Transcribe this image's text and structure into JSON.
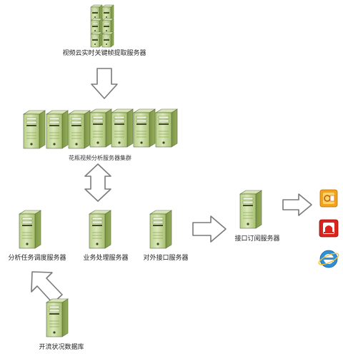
{
  "nodes": {
    "keyframe_server": "视频云实时关键帧提取服务器",
    "analysis_cluster": "花瓶视频分析服务器集群",
    "task_scheduler": "分析任务调度服务器",
    "business_server": "业务处理服务器",
    "external_interface": "对外接口服务器",
    "subscription_server": "接口订阅服务器",
    "database": "开流状况数据库"
  },
  "icons": [
    "outlook-app-icon",
    "alarm-app-icon",
    "ie-browser-icon"
  ],
  "colors": {
    "server_green_light": "#cfe0a8",
    "server_green_dark": "#7d9a45",
    "server_outline": "#5b6b3a",
    "arrow_fill": "#ffffff",
    "arrow_stroke": "#7a7a7a"
  }
}
